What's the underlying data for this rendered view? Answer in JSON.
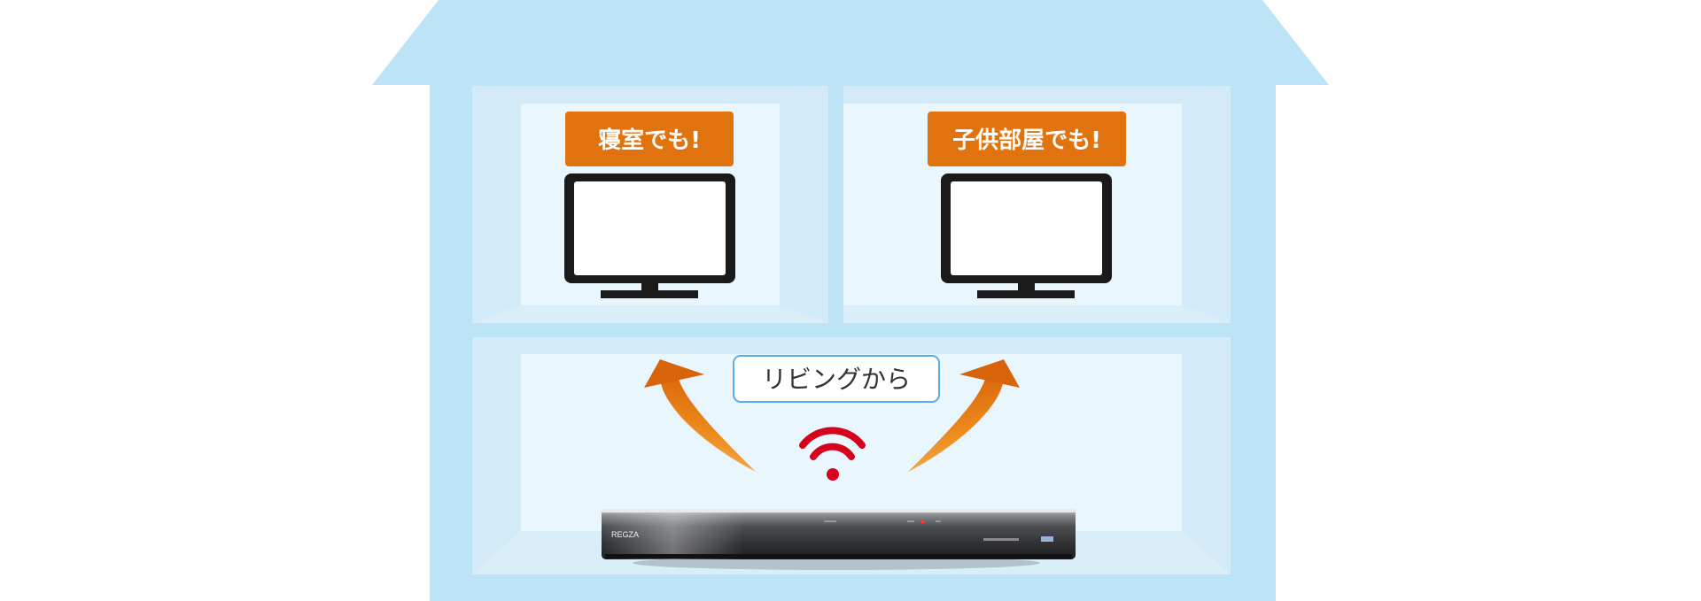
{
  "rooms": {
    "bedroom_label": "寝室でも!",
    "kids_room_label": "子供部屋でも!",
    "living_label": "リビングから"
  },
  "recorder": {
    "brand_text": "REGZA"
  },
  "colors": {
    "house_blue": "#bde3f7",
    "room_light": "#eaf6fd",
    "room_side": "#d3ebf8",
    "label_orange": "#e0730d",
    "arrow_orange": "#e8800f",
    "wifi_red": "#d6001c",
    "callout_border": "#5aace6",
    "tv_frame": "#1a1a1a"
  }
}
